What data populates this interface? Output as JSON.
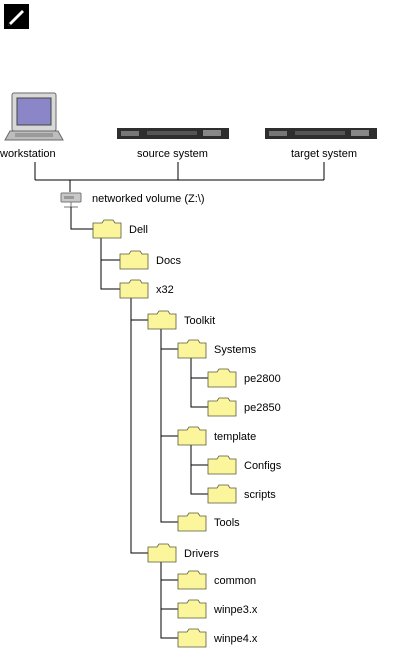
{
  "note_icon": "pencil-note-icon",
  "devices": {
    "workstation": {
      "label": "workstation",
      "icon": "computer-icon"
    },
    "source": {
      "label": "source system",
      "icon": "rack-server-icon"
    },
    "target": {
      "label": "target system",
      "icon": "rack-server-icon"
    }
  },
  "network_volume": {
    "label": "networked volume (Z:\\)",
    "icon": "network-drive-icon"
  },
  "folders": [
    "Dell",
    "Docs",
    "x32",
    "Toolkit",
    "Systems",
    "pe2800",
    "pe2850",
    "template",
    "Configs",
    "scripts",
    "Tools",
    "Drivers",
    "common",
    "winpe3.x",
    "winpe4.x"
  ],
  "colors": {
    "folder_fill": "#fbf59c",
    "folder_stroke": "#5a5a3a",
    "line": "#000000",
    "monitor_screen": "#8a86c8",
    "server_body": "#2e2e2e"
  }
}
